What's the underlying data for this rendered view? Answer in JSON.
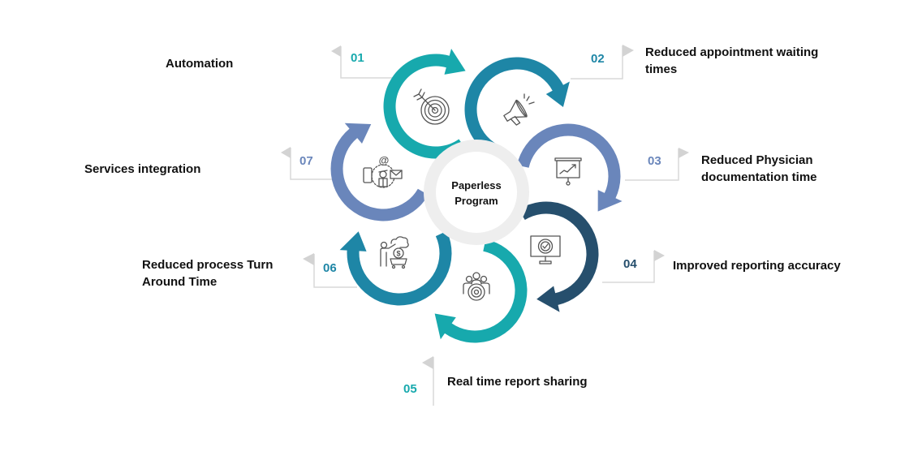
{
  "diagram": {
    "center": {
      "line1": "Paperless",
      "line2": "Program"
    },
    "steps": [
      {
        "number": "01",
        "label_lines": [
          "Automation"
        ],
        "color": "#17A9AD",
        "icon": "target-icon"
      },
      {
        "number": "02",
        "label_lines": [
          "Reduced appointment waiting",
          "times"
        ],
        "color": "#1E86A6",
        "icon": "megaphone-icon"
      },
      {
        "number": "03",
        "label_lines": [
          "Reduced Physician",
          "documentation time"
        ],
        "color": "#6A86BB",
        "icon": "presentation-chart-icon"
      },
      {
        "number": "04",
        "label_lines": [
          "Improved reporting accuracy"
        ],
        "color": "#264F6D",
        "icon": "monitor-check-icon"
      },
      {
        "number": "05",
        "label_lines": [
          "Real time report sharing"
        ],
        "color": "#17A9AD",
        "icon": "team-target-icon"
      },
      {
        "number": "06",
        "label_lines": [
          "Reduced process Turn",
          "Around Time"
        ],
        "color": "#1E86A6",
        "icon": "investor-cloud-cart-icon"
      },
      {
        "number": "07",
        "label_lines": [
          "Services integration"
        ],
        "color": "#6A86BB",
        "icon": "communication-channels-icon"
      }
    ]
  },
  "palette": {
    "center_ring": "#EEEEEE",
    "flag_line": "#D9D9D9",
    "icon_stroke": "#555555",
    "label_text": "#111111"
  }
}
